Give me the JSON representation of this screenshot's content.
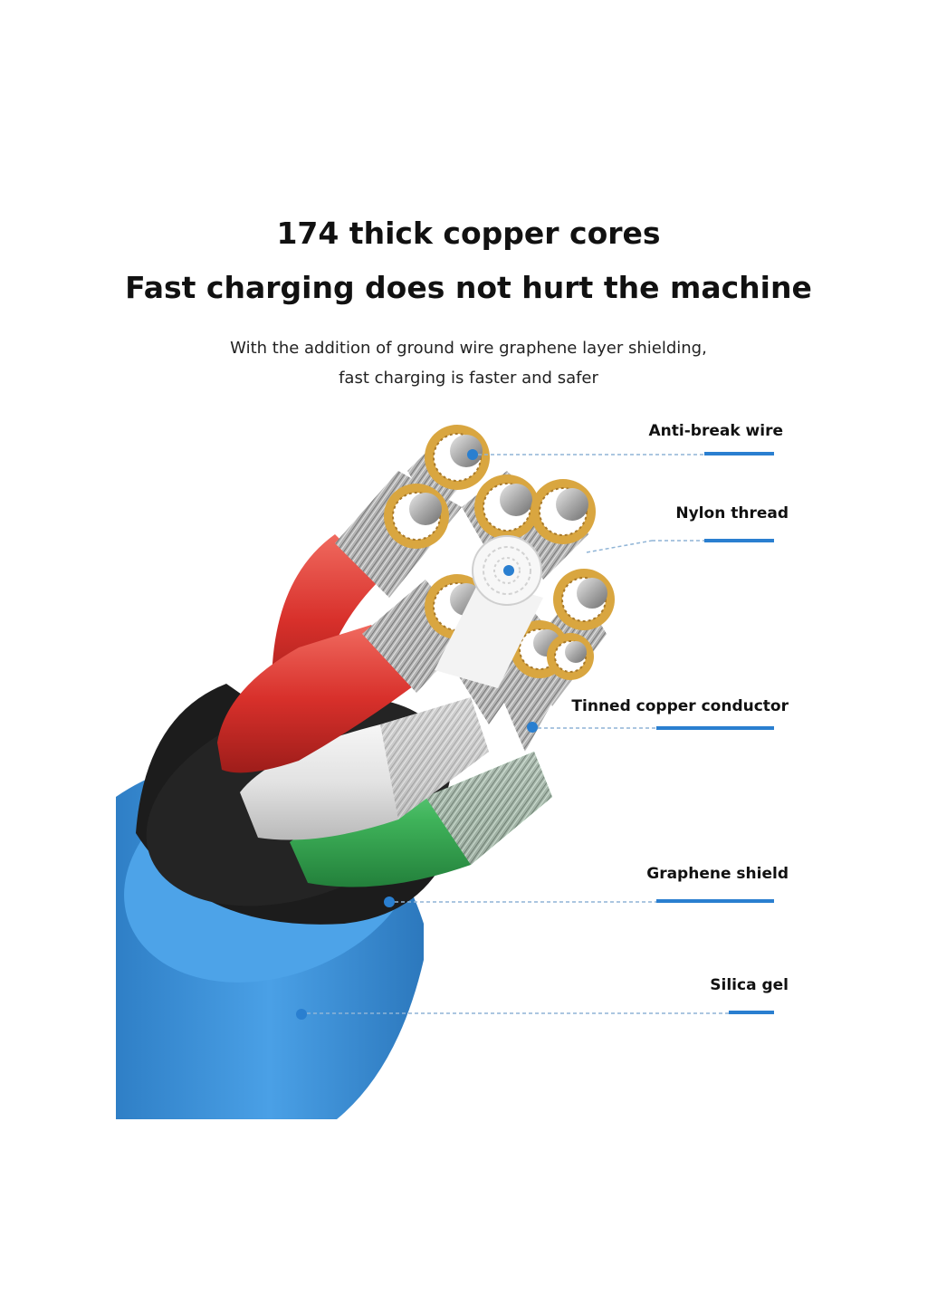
{
  "headline": {
    "line1": "174 thick copper cores",
    "line2": "Fast charging does not hurt the machine"
  },
  "subtitle": {
    "line1": "With the addition of ground wire graphene layer shielding,",
    "line2": "fast charging is faster and safer"
  },
  "labels": {
    "anti_break_wire": "Anti-break wire",
    "nylon_thread": "Nylon thread",
    "tinned_copper_conductor": "Tinned copper conductor",
    "graphene_shield": "Graphene shield",
    "silica_gel": "Silica gel"
  },
  "colors": {
    "jacket_blue": "#3a8fd6",
    "shield_black": "#1c1c1c",
    "red_wire": "#d93a34",
    "white_wire": "#e9e9e9",
    "green_wire": "#3fb35a",
    "copper_gold": "#d9a640",
    "leader_line": "#8fb4d6",
    "accent_bar": "#2a7fd0"
  }
}
